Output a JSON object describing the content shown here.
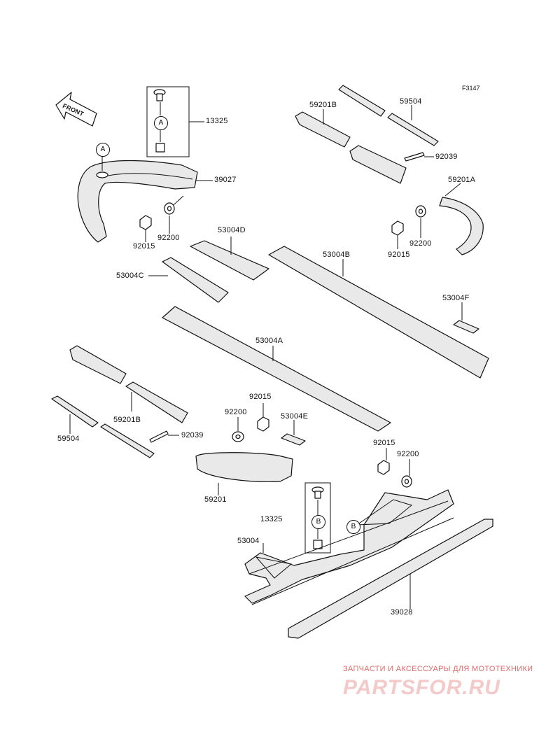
{
  "figure_code": "F3147",
  "front_label": "FRONT",
  "callouts": {
    "a_top": "A",
    "a_box": "A",
    "b_floor": "B",
    "b_box": "B"
  },
  "part_numbers": {
    "p13325_top": "13325",
    "p39027": "39027",
    "p92200_left": "92200",
    "p92015_left": "92015",
    "p53004D": "53004D",
    "p53004C": "53004C",
    "p53004B": "53004B",
    "p59201B_top": "59201B",
    "p59504_top": "59504",
    "p92039_top": "92039",
    "p59201A": "59201A",
    "p92200_right": "92200",
    "p92015_right": "92015",
    "p53004F": "53004F",
    "p53004A": "53004A",
    "p92015_mid": "92015",
    "p92200_mid": "92200",
    "p53004E": "53004E",
    "p59201B_low": "59201B",
    "p59504_low": "59504",
    "p92039_low": "92039",
    "p59201": "59201",
    "p92015_low": "92015",
    "p92200_low": "92200",
    "p13325_low": "13325",
    "p53004": "53004",
    "p39028": "39028"
  },
  "watermark": {
    "tagline": "ЗАПЧАСТИ И АКСЕССУАРЫ ДЛЯ МОТОТЕХНИКИ",
    "logo": "PARTSFOR.RU",
    "color": "#e26a6a"
  }
}
